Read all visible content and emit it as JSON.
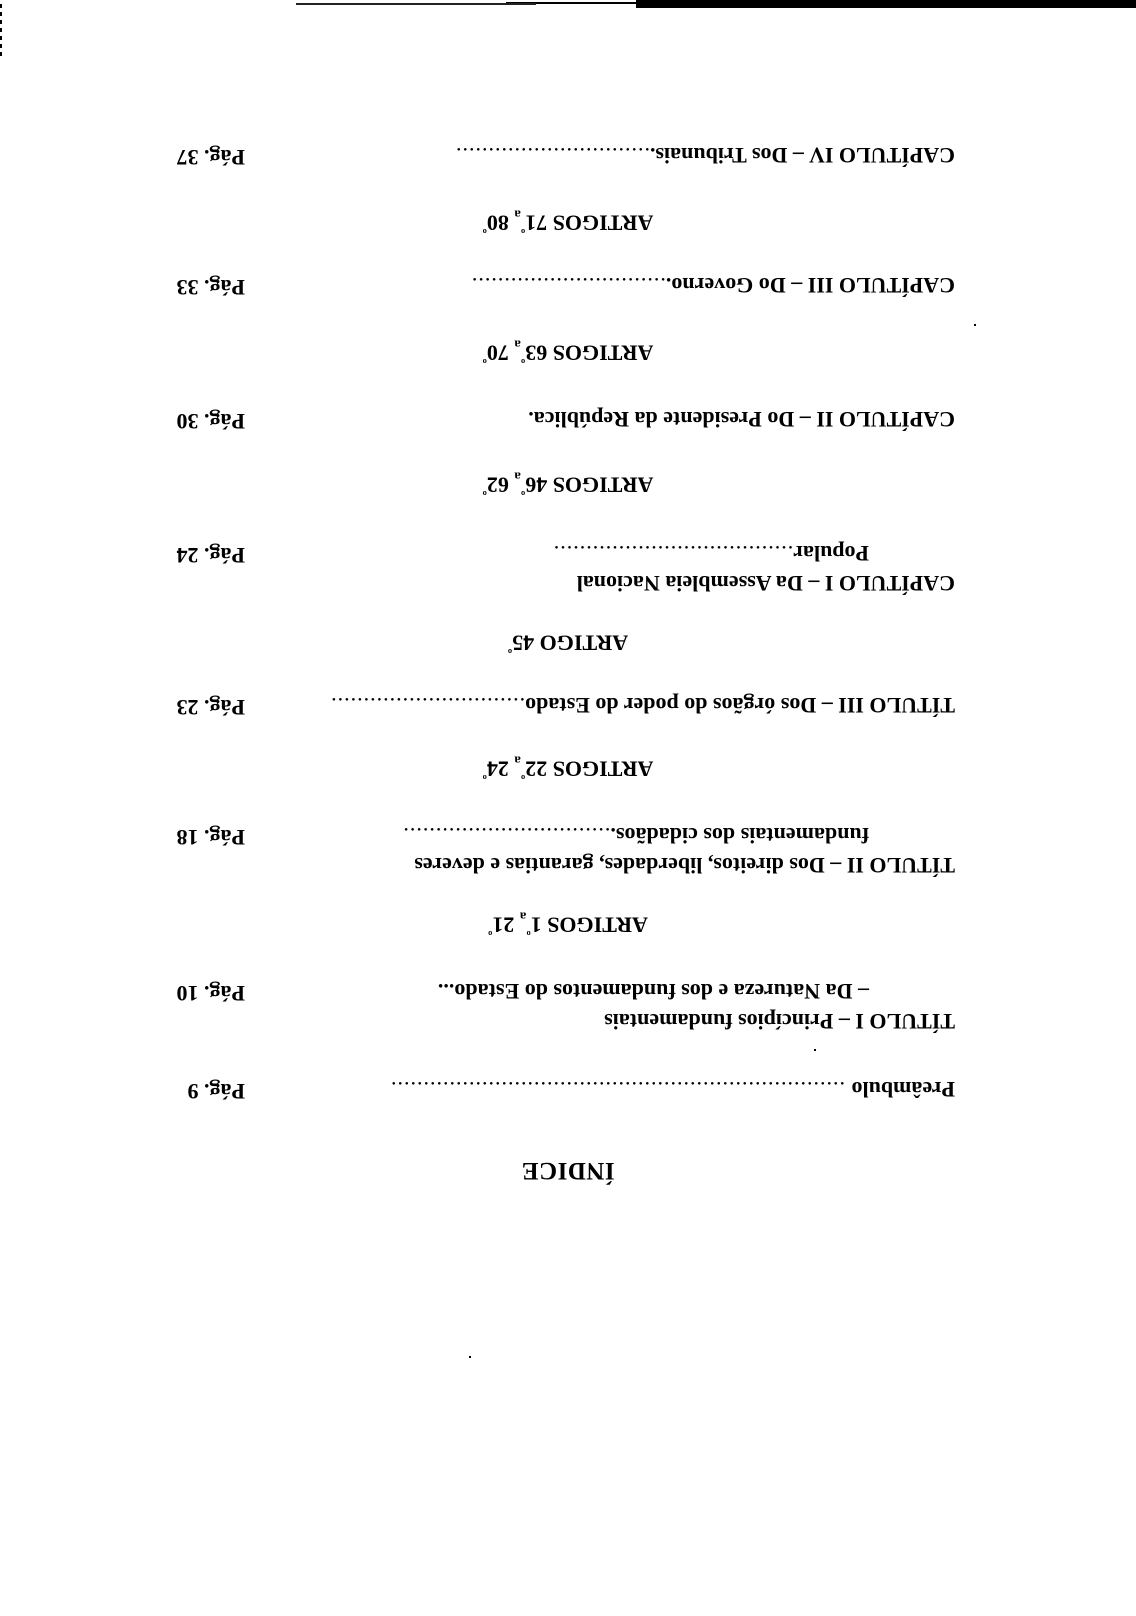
{
  "document": {
    "orientation": "rotated 180 degrees",
    "heading": "ÍNDICE",
    "entries": [
      {
        "id": "preambulo",
        "label": "Preâmbulo",
        "dots": " ......................................................................",
        "page": "Pág. 9"
      },
      {
        "id": "titulo-1",
        "label": "TÍTULO I  –  Princípios fundamentais",
        "sub": "–  Da Natureza e dos fundamentos do Estado...",
        "page": "Pág. 10"
      },
      {
        "id": "artigos-1-21",
        "articles": "ARTIGOS 1º a 21º"
      },
      {
        "id": "titulo-2",
        "label": "TÍTULO II  –  Dos direitos, liberdades, garantias e deveres",
        "sub": "fundamentais dos cidadãos.",
        "dots": "................................",
        "page": "Pág. 18"
      },
      {
        "id": "artigos-22-24",
        "articles": "ARTIGOS 22º a 24º"
      },
      {
        "id": "titulo-3",
        "label": "TÍTULO III – Dos órgãos do poder do Estado",
        "dots": "..............................",
        "page": "Pág. 23"
      },
      {
        "id": "artigo-45",
        "articles": "ARTIGO 45º"
      },
      {
        "id": "capitulo-1",
        "label": "CAPÍTULO I – Da Assembleia Nacional",
        "sub": "Popular",
        "dots": ".....................................",
        "page": "Pág. 24"
      },
      {
        "id": "artigos-46-62",
        "articles": "ARTIGOS 46º a 62º"
      },
      {
        "id": "capitulo-2",
        "label": "CAPÍTULO II – Do Presidente da República.",
        "page": "Pág. 30"
      },
      {
        "id": "artigos-63-70",
        "articles": "ARTIGOS 63º a 70º"
      },
      {
        "id": "capitulo-3",
        "label": "CAPÍTULO III – Do Governo.",
        "dots": "..............................",
        "page": "Pág. 33"
      },
      {
        "id": "artigos-71-80",
        "articles": "ARTIGOS 71º a 80º"
      },
      {
        "id": "capitulo-4",
        "label": "CAPÍTULO IV – Dos Tribunais.",
        "dots": "..............................",
        "page": "Pág. 37"
      }
    ]
  }
}
